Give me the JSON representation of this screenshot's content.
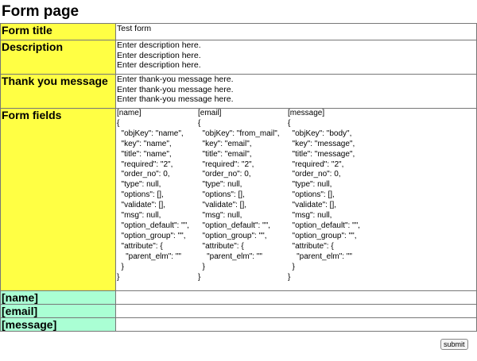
{
  "page": {
    "title": "Form page"
  },
  "rows": {
    "form_title": {
      "label": "Form title",
      "value": "Test form"
    },
    "description": {
      "label": "Description",
      "lines": [
        "Enter description here.",
        "Enter description here.",
        "Enter description here."
      ]
    },
    "thank_you": {
      "label": "Thank you message",
      "lines": [
        "Enter thank-you message here.",
        "Enter thank-you message here.",
        "Enter thank-you message here."
      ]
    },
    "form_fields": {
      "label": "Form fields",
      "columns": [
        "[name]\n{\n  \"objKey\": \"name\",\n  \"key\": \"name\",\n  \"title\": \"name\",\n  \"required\": \"2\",\n  \"order_no\": 0,\n  \"type\": null,\n  \"options\": [],\n  \"validate\": [],\n  \"msg\": null,\n  \"option_default\": \"\",\n  \"option_group\": \"\",\n  \"attribute\": {\n    \"parent_elm\": \"\"\n  }\n}",
        "[email]\n{\n  \"objKey\": \"from_mail\",\n  \"key\": \"email\",\n  \"title\": \"email\",\n  \"required\": \"2\",\n  \"order_no\": 0,\n  \"type\": null,\n  \"options\": [],\n  \"validate\": [],\n  \"msg\": null,\n  \"option_default\": \"\",\n  \"option_group\": \"\",\n  \"attribute\": {\n    \"parent_elm\": \"\"\n  }\n}",
        "[message]\n{\n  \"objKey\": \"body\",\n  \"key\": \"message\",\n  \"title\": \"message\",\n  \"required\": \"2\",\n  \"order_no\": 0,\n  \"type\": null,\n  \"options\": [],\n  \"validate\": [],\n  \"msg\": null,\n  \"option_default\": \"\",\n  \"option_group\": \"\",\n  \"attribute\": {\n    \"parent_elm\": \"\"\n  }\n}"
      ]
    },
    "name_field": {
      "label": "[name]",
      "value": ""
    },
    "email_field": {
      "label": "[email]",
      "value": ""
    },
    "message_field": {
      "label": "[message]",
      "value": ""
    }
  },
  "colors": {
    "label_yellow": "#ffff44",
    "label_green": "#aaffd4"
  },
  "submit": {
    "label": "submit"
  }
}
